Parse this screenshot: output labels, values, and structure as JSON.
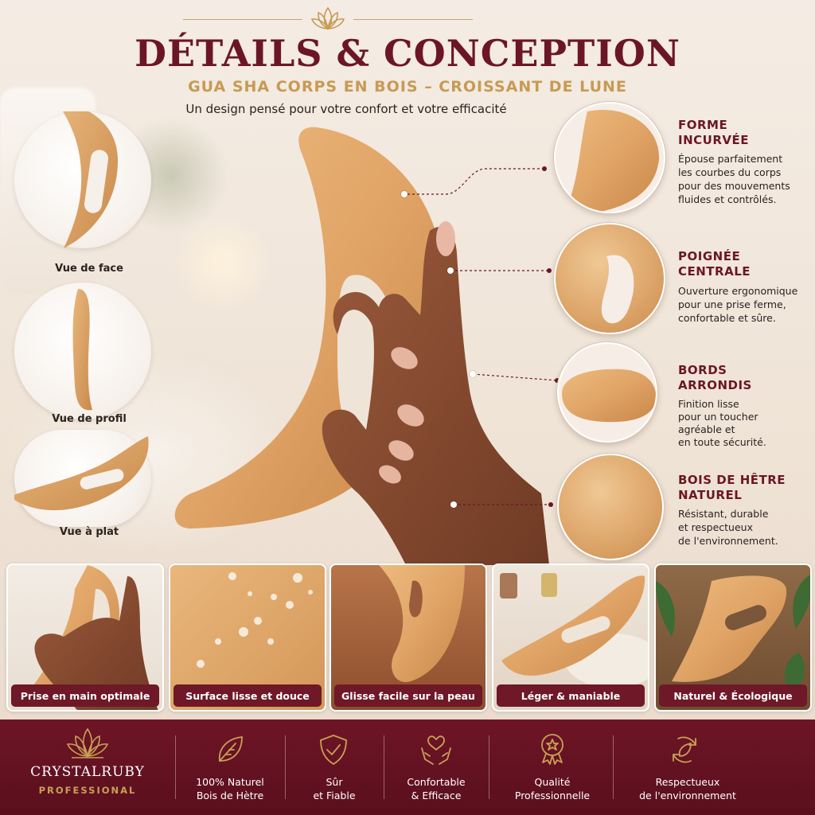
{
  "header": {
    "title": "DÉTAILS & CONCEPTION",
    "subtitle": "GUA SHA CORPS EN BOIS – CROISSANT DE LUNE",
    "tagline": "Un design pensé pour votre confort et votre efficacité"
  },
  "views": [
    {
      "label": "Vue de face"
    },
    {
      "label": "Vue de profil"
    },
    {
      "label": "Vue à plat"
    }
  ],
  "features": [
    {
      "title_1": "FORME",
      "title_2": "INCURVÉE",
      "desc": [
        "Épouse parfaitement",
        "les courbes du corps",
        "pour des mouvements",
        "fluides et contrôlés."
      ]
    },
    {
      "title_1": "POIGNÉE",
      "title_2": "CENTRALE",
      "desc": [
        "Ouverture ergonomique",
        "pour une prise ferme,",
        "confortable et sûre."
      ]
    },
    {
      "title_1": "BORDS",
      "title_2": "ARRONDIS",
      "desc": [
        "Finition lisse",
        "pour un toucher",
        "agréable et",
        "en toute sécurité."
      ]
    },
    {
      "title_1": "BOIS DE HÊTRE",
      "title_2": "NATUREL",
      "desc": [
        "Résistant, durable",
        "et respectueux",
        "de l'environnement."
      ]
    }
  ],
  "tiles": [
    {
      "caption": "Prise en main optimale"
    },
    {
      "caption": "Surface lisse et douce"
    },
    {
      "caption": "Glisse facile sur la peau"
    },
    {
      "caption": "Léger & maniable"
    },
    {
      "caption": "Naturel & Écologique"
    }
  ],
  "footer": {
    "brand_name": "CRYSTALRUBY",
    "brand_sub": "PROFESSIONAL",
    "badges": [
      {
        "icon": "leaf-icon",
        "line_1": "100% Naturel",
        "line_2": "Bois de Hètre"
      },
      {
        "icon": "shield-check-icon",
        "line_1": "Sûr",
        "line_2": "et Fiable"
      },
      {
        "icon": "heart-hands-icon",
        "line_1": "Confortable",
        "line_2": "& Efficace"
      },
      {
        "icon": "quality-badge-icon",
        "line_1": "Qualité",
        "line_2": "Professionnelle"
      },
      {
        "icon": "eco-cycle-icon",
        "line_1": "Respectueux",
        "line_2": "de l'environnement"
      }
    ]
  },
  "colors": {
    "burgundy": "#6b1626",
    "gold": "#c79a53",
    "wood": "#dca468",
    "background": "#f1e6da"
  }
}
